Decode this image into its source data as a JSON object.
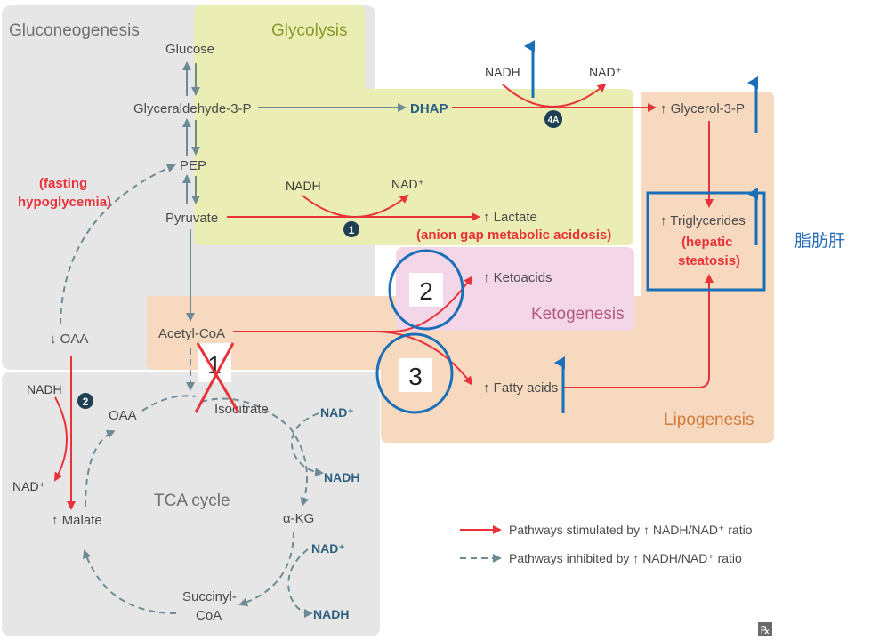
{
  "regions": {
    "gluconeogenesis": "Gluconeogenesis",
    "glycolysis": "Glycolysis",
    "ketogenesis": "Ketogenesis",
    "lipogenesis": "Lipogenesis",
    "tca": "TCA cycle"
  },
  "metabolites": {
    "glucose": "Glucose",
    "g3p": "Glyceraldehyde-3-P",
    "pep": "PEP",
    "pyruvate": "Pyruvate",
    "acetyl_coa": "Acetyl-CoA",
    "dhap": "DHAP",
    "glycerol3p": "↑ Glycerol-3-P",
    "lactate": "↑ Lactate",
    "ketoacids": "↑ Ketoacids",
    "fatty_acids": "↑ Fatty acids",
    "triglycerides": "↑ Triglycerides",
    "oaa_down": "↓ OAA",
    "malate": "↑ Malate",
    "oaa": "OAA",
    "isocitrate": "Isocitrate",
    "akg": "α-KG",
    "succinyl_1": "Succinyl-",
    "succinyl_2": "CoA"
  },
  "annotations": {
    "fasting_1": "(fasting",
    "fasting_2": "hypoglycemia)",
    "anion_gap": "(anion gap metabolic acidosis)",
    "hepatic_1": "(hepatic",
    "hepatic_2": "steatosis)",
    "fatty_liver_cn": "脂肪肝"
  },
  "cofactors": {
    "nadh": "NADH",
    "nad": "NAD⁺"
  },
  "step_markers": {
    "m1": "1",
    "m2": "2",
    "m4a": "4A"
  },
  "overlay_numbers": {
    "n1": "1",
    "n2": "2",
    "n3": "3"
  },
  "legend": {
    "stimulated": "Pathways stimulated by ↑ NADH/NAD⁺ ratio",
    "inhibited": "Pathways inhibited by ↑ NADH/NAD⁺ ratio"
  },
  "logo": "℞",
  "colors": {
    "gluconeogenesis_bg": "#e6e6e7",
    "glycolysis_bg": "#eaeeb4",
    "ketogenesis_bg": "#f3d7e8",
    "lipogenesis_bg": "#f6d9bf",
    "stimulated": "#e8323a",
    "inhibited": "#6e8b95",
    "overlay_blue": "#1a6fb8"
  }
}
